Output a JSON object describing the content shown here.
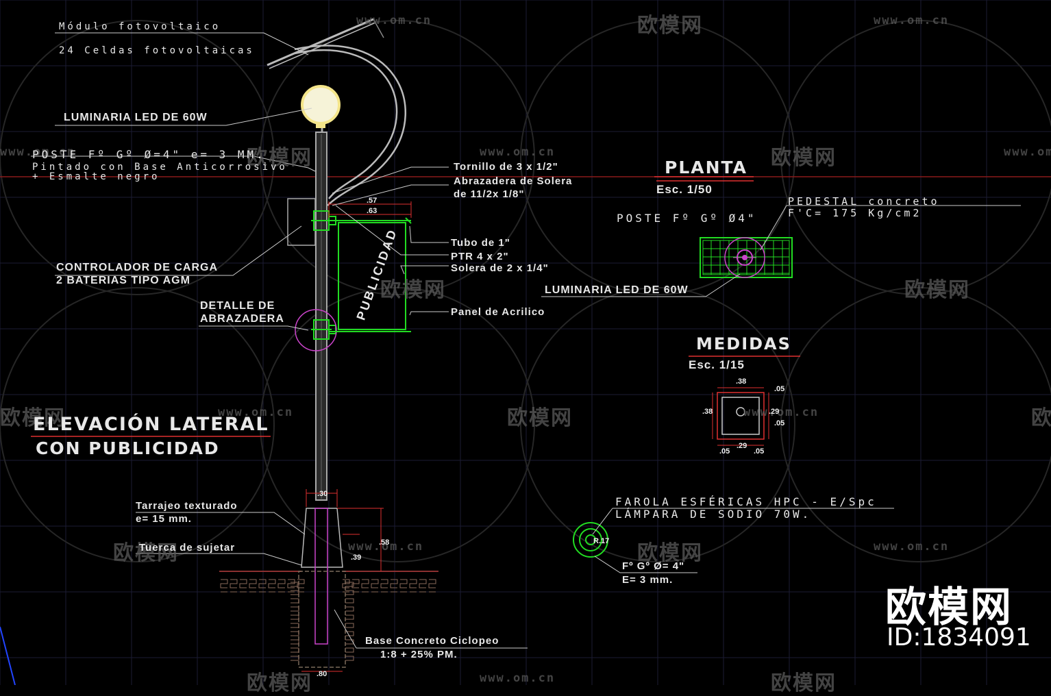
{
  "colors": {
    "background": "#000000",
    "grid": "#1c1c34",
    "redline": "#8b1a1a",
    "green": "#22dd22",
    "magenta": "#cc44cc",
    "yellow": "#f4e58a"
  },
  "elevation": {
    "title_line1": "ELEVACIÓN LATERAL",
    "title_line2": "CON PUBLICIDAD",
    "modulo_line1": "Módulo fotovoltaico",
    "modulo_line2": "24 Celdas fotovoltaicas",
    "luminaria": "LUMINARIA LED DE 60W",
    "poste_line1": "POSTE Fº Gº Ø=4\" e= 3 MM.",
    "poste_line2": "Pintado con Base Anticorrosivo",
    "poste_line3": "+ Esmalte negro",
    "tornillo": "Tornillo de 3 x 1/2\"",
    "abrazadera_line1": "Abrazadera de Solera",
    "abrazadera_line2": "de 11/2x 1/8\"",
    "tubo": "Tubo de 1\"",
    "ptr": "PTR 4 x 2\"",
    "solera": "Solera de 2 x 1/4\"",
    "panel": "Panel de Acrilico",
    "publicidad": "PUBLICIDAD",
    "controlador_line1": "CONTROLADOR DE CARGA",
    "controlador_line2": "2 BATERIAS TIPO AGM",
    "detalle_line1": "DETALLE DE",
    "detalle_line2": "ABRAZADERA",
    "tarrajeo_line1": "Tarrajeo texturado",
    "tarrajeo_line2": "e= 15 mm.",
    "tuerca": "Tuerca de sujetar",
    "base_line1": "Base Concreto Ciclopeo",
    "base_line2": "1:8 + 25% PM.",
    "dim_57": ".57",
    "dim_63": ".63",
    "dim_30": ".30",
    "dim_58": ".58",
    "dim_39": ".39",
    "dim_80": ".80"
  },
  "planta": {
    "title": "PLANTA",
    "scale": "Esc. 1/50",
    "poste": "POSTE Fº Gº Ø4\"",
    "pedestal_line1": "PEDESTAL concreto",
    "pedestal_line2": "F'C= 175 Kg/cm2",
    "luminaria": "LUMINARIA LED DE 60W"
  },
  "medidas": {
    "title": "MEDIDAS",
    "scale": "Esc. 1/15",
    "dim_top": ".38",
    "dim_left": ".38",
    "dim_right": ".29",
    "dim_bottom": ".29",
    "dim_05_a": ".05",
    "dim_05_b": ".05",
    "dim_05_c": ".05",
    "dim_05_d": ".05"
  },
  "farola": {
    "line1": "FAROLA ESFÉRICAS HPC - E/Spc",
    "line2": "LÁMPARA DE SODIO 70W.",
    "radius": "R.17",
    "spec_line1": "Fº Gº Ø= 4\"",
    "spec_line2": "E= 3 mm."
  },
  "watermark": {
    "url": "www.om.cn",
    "brand": "欧模网",
    "id": "ID:1834091"
  }
}
